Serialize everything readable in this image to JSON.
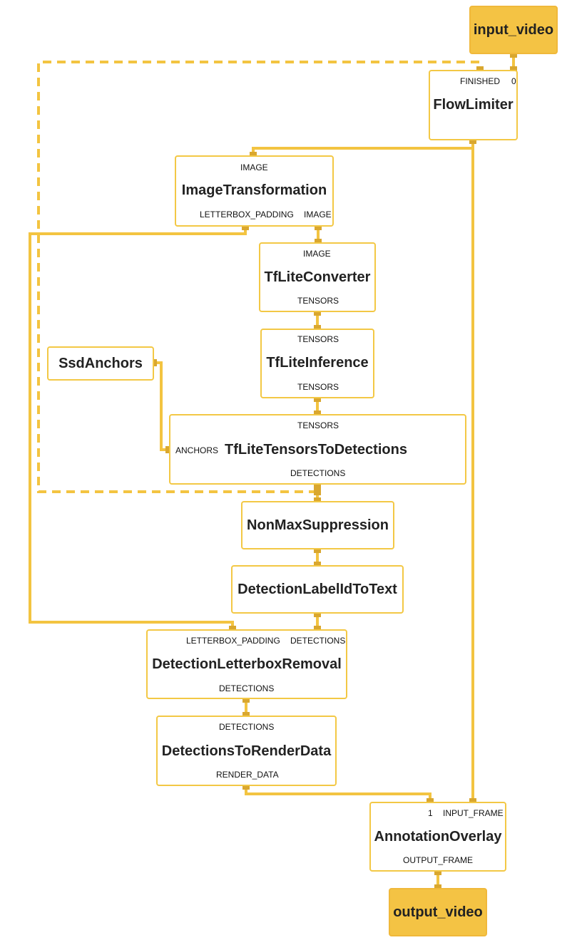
{
  "nodes": {
    "input_video": {
      "title": "input_video"
    },
    "flow_limiter": {
      "title": "FlowLimiter",
      "in": [
        "FINISHED",
        "0"
      ]
    },
    "image_transformation": {
      "title": "ImageTransformation",
      "in": [
        "IMAGE"
      ],
      "out": [
        "LETTERBOX_PADDING",
        "IMAGE"
      ]
    },
    "tflite_converter": {
      "title": "TfLiteConverter",
      "in": [
        "IMAGE"
      ],
      "out": [
        "TENSORS"
      ]
    },
    "tflite_inference": {
      "title": "TfLiteInference",
      "in": [
        "TENSORS"
      ],
      "out": [
        "TENSORS"
      ]
    },
    "ssd_anchors": {
      "title": "SsdAnchors"
    },
    "tensors_to_detections": {
      "title": "TfLiteTensorsToDetections",
      "in": [
        "TENSORS",
        "ANCHORS"
      ],
      "out": [
        "DETECTIONS"
      ]
    },
    "non_max_suppression": {
      "title": "NonMaxSuppression"
    },
    "label_id_to_text": {
      "title": "DetectionLabelIdToText"
    },
    "letterbox_removal": {
      "title": "DetectionLetterboxRemoval",
      "in": [
        "LETTERBOX_PADDING",
        "DETECTIONS"
      ],
      "out": [
        "DETECTIONS"
      ]
    },
    "to_render_data": {
      "title": "DetectionsToRenderData",
      "in": [
        "DETECTIONS"
      ],
      "out": [
        "RENDER_DATA"
      ]
    },
    "annotation_overlay": {
      "title": "AnnotationOverlay",
      "in": [
        "1",
        "INPUT_FRAME"
      ],
      "out": [
        "OUTPUT_FRAME"
      ]
    },
    "output_video": {
      "title": "output_video"
    }
  },
  "colors": {
    "wire": "#f3c441",
    "pin": "#d9a72f",
    "node_border": "#f3c845",
    "io_fill": "#f4c344"
  }
}
